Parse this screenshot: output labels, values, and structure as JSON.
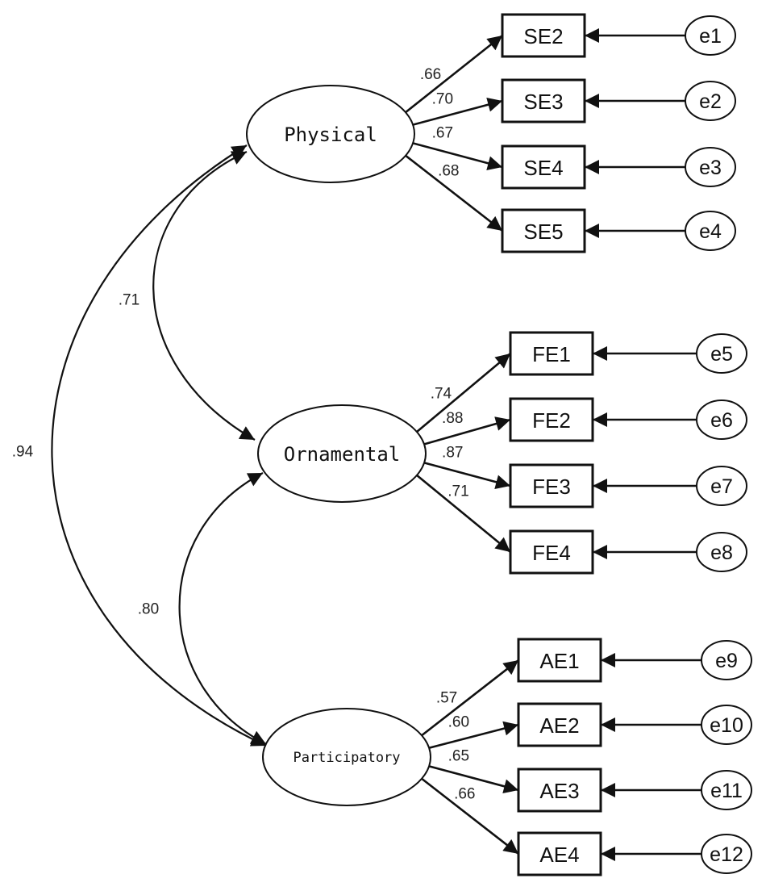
{
  "latents": [
    {
      "id": "physical",
      "label": "Physical"
    },
    {
      "id": "ornamental",
      "label": "Ornamental"
    },
    {
      "id": "participatory",
      "label": "Participatory"
    }
  ],
  "indicators": [
    {
      "label": "SE2",
      "error": "e1",
      "latent": "physical",
      "loading": ".66"
    },
    {
      "label": "SE3",
      "error": "e2",
      "latent": "physical",
      "loading": ".70"
    },
    {
      "label": "SE4",
      "error": "e3",
      "latent": "physical",
      "loading": ".67"
    },
    {
      "label": "SE5",
      "error": "e4",
      "latent": "physical",
      "loading": ".68"
    },
    {
      "label": "FE1",
      "error": "e5",
      "latent": "ornamental",
      "loading": ".74"
    },
    {
      "label": "FE2",
      "error": "e6",
      "latent": "ornamental",
      "loading": ".88"
    },
    {
      "label": "FE3",
      "error": "e7",
      "latent": "ornamental",
      "loading": ".87"
    },
    {
      "label": "FE4",
      "error": "e8",
      "latent": "ornamental",
      "loading": ".71"
    },
    {
      "label": "AE1",
      "error": "e9",
      "latent": "participatory",
      "loading": ".57"
    },
    {
      "label": "AE2",
      "error": "e10",
      "latent": "participatory",
      "loading": ".60"
    },
    {
      "label": "AE3",
      "error": "e11",
      "latent": "participatory",
      "loading": ".65"
    },
    {
      "label": "AE4",
      "error": "e12",
      "latent": "participatory",
      "loading": ".66"
    }
  ],
  "correlations": [
    {
      "from": "physical",
      "to": "ornamental",
      "value": ".71"
    },
    {
      "from": "ornamental",
      "to": "participatory",
      "value": ".80"
    },
    {
      "from": "physical",
      "to": "participatory",
      "value": ".94"
    }
  ]
}
